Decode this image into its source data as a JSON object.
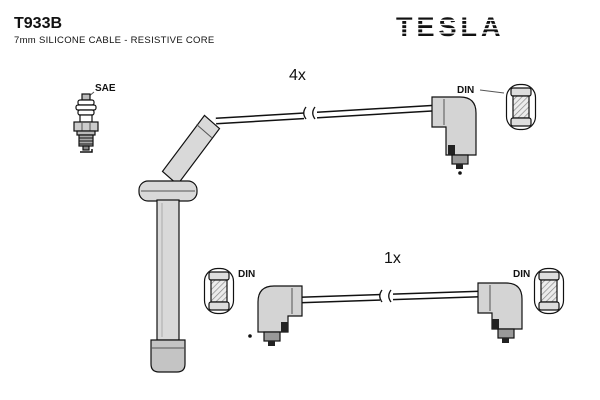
{
  "header": {
    "part_number": "T933B",
    "subtitle": "7mm SILICONE CABLE - RESISTIVE CORE",
    "brand": "TESLA"
  },
  "labels": {
    "sae": "SAE",
    "din": "DIN",
    "qty_main": "4x",
    "qty_single": "1x"
  },
  "colors": {
    "outline": "#111111",
    "part_fill": "#d9d9d9",
    "background": "#ffffff"
  }
}
